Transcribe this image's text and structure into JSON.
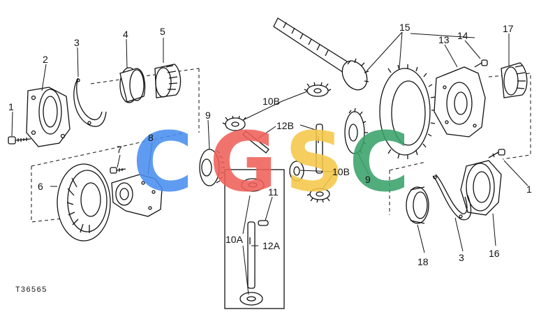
{
  "figure_code": "T36565",
  "watermark": {
    "letters": [
      "C",
      "G",
      "S",
      "C"
    ],
    "colors": [
      "#4a8ff0",
      "#f0605a",
      "#f5c84a",
      "#3aa26a"
    ]
  },
  "callouts": {
    "c1_left": "1",
    "c2": "2",
    "c3_top": "3",
    "c4": "4",
    "c5": "5",
    "c6": "6",
    "c7": "7",
    "c8": "8",
    "c9_left": "9",
    "c10b_top": "10B",
    "c12b": "12B",
    "c15": "15",
    "c13": "13",
    "c14": "14",
    "c17": "17",
    "c9_right": "9",
    "c10b_right": "10B",
    "c11": "11",
    "c10a": "10A",
    "c12a": "12A",
    "c1_right": "1",
    "c18": "18",
    "c3_bottom": "3",
    "c16": "16"
  }
}
